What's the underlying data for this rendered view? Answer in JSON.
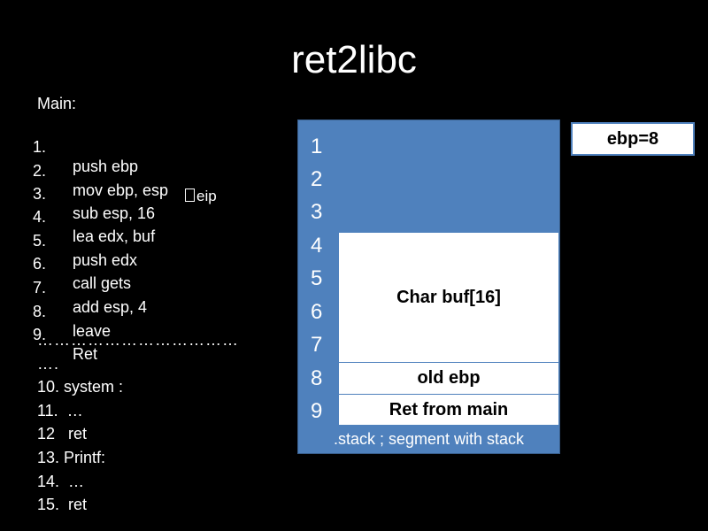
{
  "title": "ret2libc",
  "code": {
    "heading": "Main:",
    "lines": [
      {
        "num": "1.",
        "instr": "push ebp"
      },
      {
        "num": "2.",
        "instr": "mov ebp, esp"
      },
      {
        "num": "3.",
        "instr": "sub esp, 16"
      },
      {
        "num": "4.",
        "instr": "lea edx, buf"
      },
      {
        "num": "5.",
        "instr": "push edx"
      },
      {
        "num": "6.",
        "instr": "call gets"
      },
      {
        "num": "7.",
        "instr": "add esp, 4"
      },
      {
        "num": "8.",
        "instr": "leave"
      },
      {
        "num": "9.",
        "instr": "Ret"
      }
    ],
    "dots_line1": "………………………………",
    "dots_line2": "….",
    "extra_lines": [
      "10. system :",
      "11.  …",
      "12   ret",
      "13. Printf:",
      "14.  …",
      "15.  ret"
    ],
    "eip_label": "eip"
  },
  "stack": {
    "slot_numbers": [
      "1",
      "2",
      "3",
      "4",
      "5",
      "6",
      "7",
      "8",
      "9"
    ],
    "buffer_label": "Char buf[16]",
    "old_ebp_label": "old ebp",
    "ret_label": "Ret from main",
    "caption": ".stack ; segment with stack",
    "fill_color": "#4f81bd",
    "cell_color": "#ffffff"
  },
  "register": {
    "label": "ebp=8"
  }
}
